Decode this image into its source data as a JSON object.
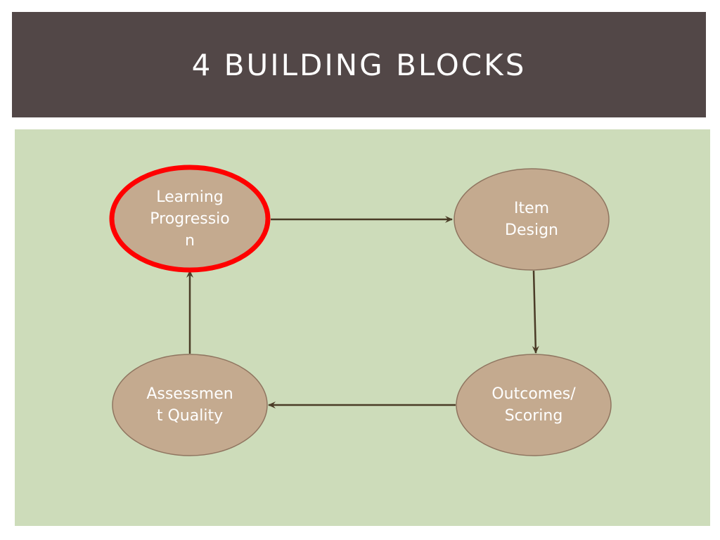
{
  "slide": {
    "title": "4 Building Blocks"
  },
  "colors": {
    "title_bar": "#524747",
    "background_panel": "#cddcba",
    "node_fill": "#c4aa8f",
    "node_stroke": "#8f7560",
    "arrow": "#4a3b26",
    "highlight": "#ff0000",
    "label_text": "#ffffff"
  },
  "diagram": {
    "nodes": {
      "learning_progression": {
        "label": "Learning\nProgressio\nn",
        "highlighted": true
      },
      "item_design": {
        "label": "Item\nDesign"
      },
      "outcomes_scoring": {
        "label": "Outcomes/\nScoring"
      },
      "assessment_quality": {
        "label": "Assessmen\nt Quality"
      }
    },
    "edges": [
      {
        "from": "learning_progression",
        "to": "item_design"
      },
      {
        "from": "item_design",
        "to": "outcomes_scoring"
      },
      {
        "from": "outcomes_scoring",
        "to": "assessment_quality"
      },
      {
        "from": "assessment_quality",
        "to": "learning_progression"
      }
    ]
  }
}
